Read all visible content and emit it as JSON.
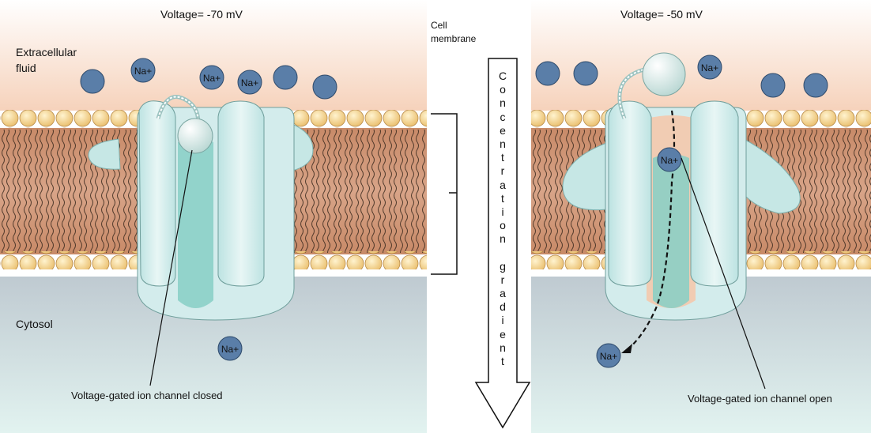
{
  "left_panel": {
    "voltage": "Voltage= -70 mV",
    "extracellular_line1": "Extracellular",
    "extracellular_line2": "fluid",
    "cytosol": "Cytosol",
    "channel_label": "Voltage-gated ion channel closed",
    "ion_labels": [
      "Na+",
      "Na+",
      "Na+",
      "Na+"
    ]
  },
  "center": {
    "cell_membrane_line1": "Cell",
    "cell_membrane_line2": "membrane",
    "gradient_word1": "Concentration",
    "gradient_word2": "gradient"
  },
  "right_panel": {
    "voltage": "Voltage= -50 mV",
    "channel_label": "Voltage-gated ion channel open",
    "ion_labels": [
      "Na+",
      "Na+",
      "Na+"
    ]
  },
  "colors": {
    "extracellular": "#f7d9c3",
    "membrane_tail": "#c98b6a",
    "lipid_head": "#f6d38a",
    "cytosol_top": "#c1ccd2",
    "cytosol_bottom": "#dff0ee",
    "protein": "#d4ecec",
    "pore": "#86cfc6",
    "ion": "#5a7ea8"
  }
}
